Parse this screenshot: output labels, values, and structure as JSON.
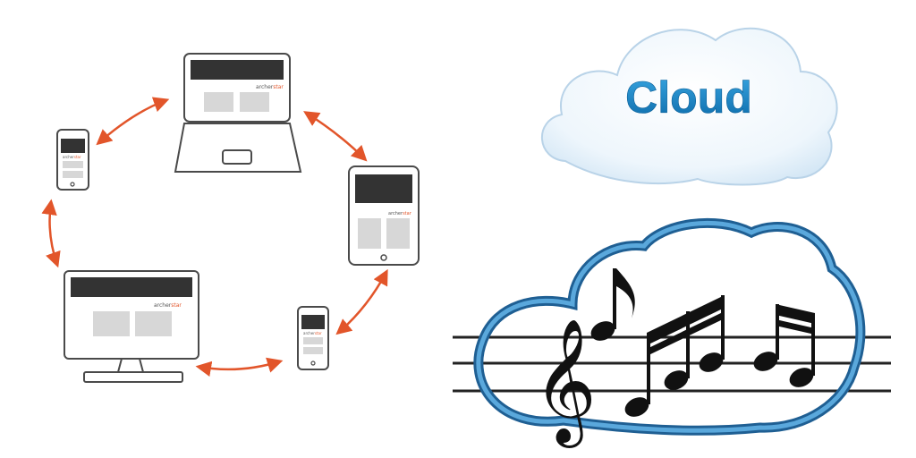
{
  "brand": {
    "text_a": "archer",
    "text_b": "star"
  },
  "cloud": {
    "label": "Cloud"
  },
  "colors": {
    "arrow": "#e2552a",
    "device_stroke": "#4a4a4a",
    "screen_dark": "#333333",
    "screen_panel": "#d7d7d7",
    "cloud_text": "#1d86c4",
    "cloud_ring": "#2f87c6",
    "brand_accent": "#e2552a"
  },
  "icons": {
    "devices": [
      "laptop-icon",
      "tablet-icon",
      "phone-icon",
      "desktop-monitor-icon",
      "phone-icon"
    ],
    "cloud": "cloud-icon",
    "music": [
      "treble-clef-icon",
      "eighth-note-icon",
      "beamed-notes-icon",
      "staff-lines-icon"
    ]
  }
}
